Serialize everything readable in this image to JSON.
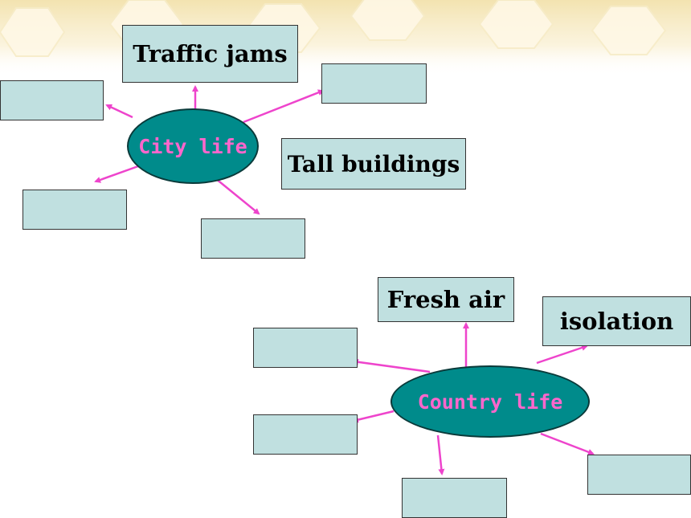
{
  "slide": {
    "colors": {
      "box_fill": "#c0e0e0",
      "ellipse_fill": "#008b8b",
      "ellipse_text": "#ff66cc",
      "arrow": "#ee44cc",
      "banner_a": "#fdf2cf",
      "banner_b": "#f6e6b8"
    }
  },
  "city": {
    "center_label": "City life",
    "boxes": [
      {
        "id": "traffic-jams",
        "label": "Traffic jams"
      },
      {
        "id": "blank-top-right",
        "label": ""
      },
      {
        "id": "blank-left",
        "label": ""
      },
      {
        "id": "tall-buildings",
        "label": "Tall buildings"
      },
      {
        "id": "blank-bottom-left",
        "label": ""
      },
      {
        "id": "blank-bottom",
        "label": ""
      }
    ]
  },
  "country": {
    "center_label": "Country life",
    "boxes": [
      {
        "id": "fresh-air",
        "label": "Fresh air"
      },
      {
        "id": "isolation",
        "label": "isolation"
      },
      {
        "id": "blank-upper-left",
        "label": ""
      },
      {
        "id": "blank-lower-left",
        "label": ""
      },
      {
        "id": "blank-bottom",
        "label": ""
      },
      {
        "id": "blank-bottom-right",
        "label": ""
      }
    ]
  }
}
